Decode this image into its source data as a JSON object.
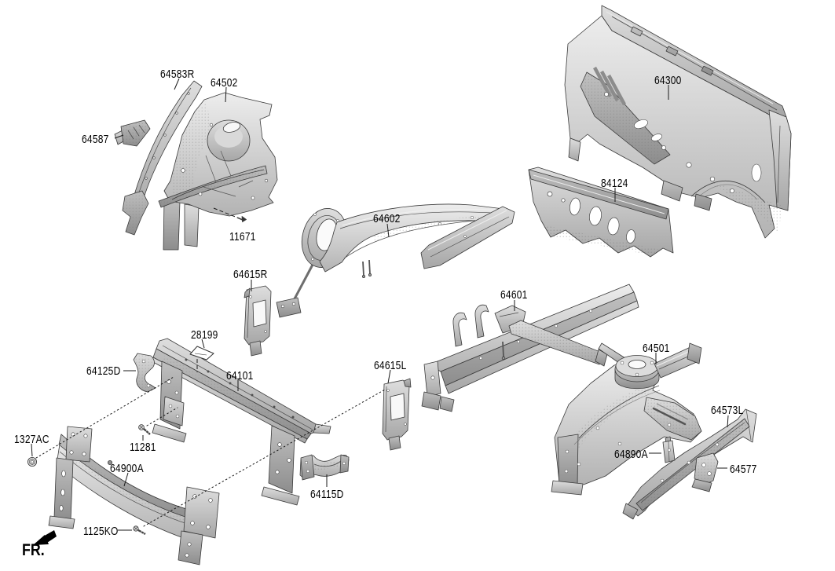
{
  "diagram": {
    "fr_indicator": "FR.",
    "colors": {
      "background": "#ffffff",
      "label_text": "#000000",
      "line_color": "#2e2e2e"
    },
    "parts": [
      {
        "part_number": "64583R"
      },
      {
        "part_number": "64502"
      },
      {
        "part_number": "64587"
      },
      {
        "part_number": "11671"
      },
      {
        "part_number": "64300"
      },
      {
        "part_number": "84124"
      },
      {
        "part_number": "64602"
      },
      {
        "part_number": "64615R"
      },
      {
        "part_number": "64601"
      },
      {
        "part_number": "64501"
      },
      {
        "part_number": "28199"
      },
      {
        "part_number": "64125D"
      },
      {
        "part_number": "64101"
      },
      {
        "part_number": "64615L"
      },
      {
        "part_number": "1327AC"
      },
      {
        "part_number": "11281"
      },
      {
        "part_number": "64900A"
      },
      {
        "part_number": "1125KO"
      },
      {
        "part_number": "64115D"
      },
      {
        "part_number": "64890A"
      },
      {
        "part_number": "64573L"
      },
      {
        "part_number": "64577"
      }
    ]
  }
}
